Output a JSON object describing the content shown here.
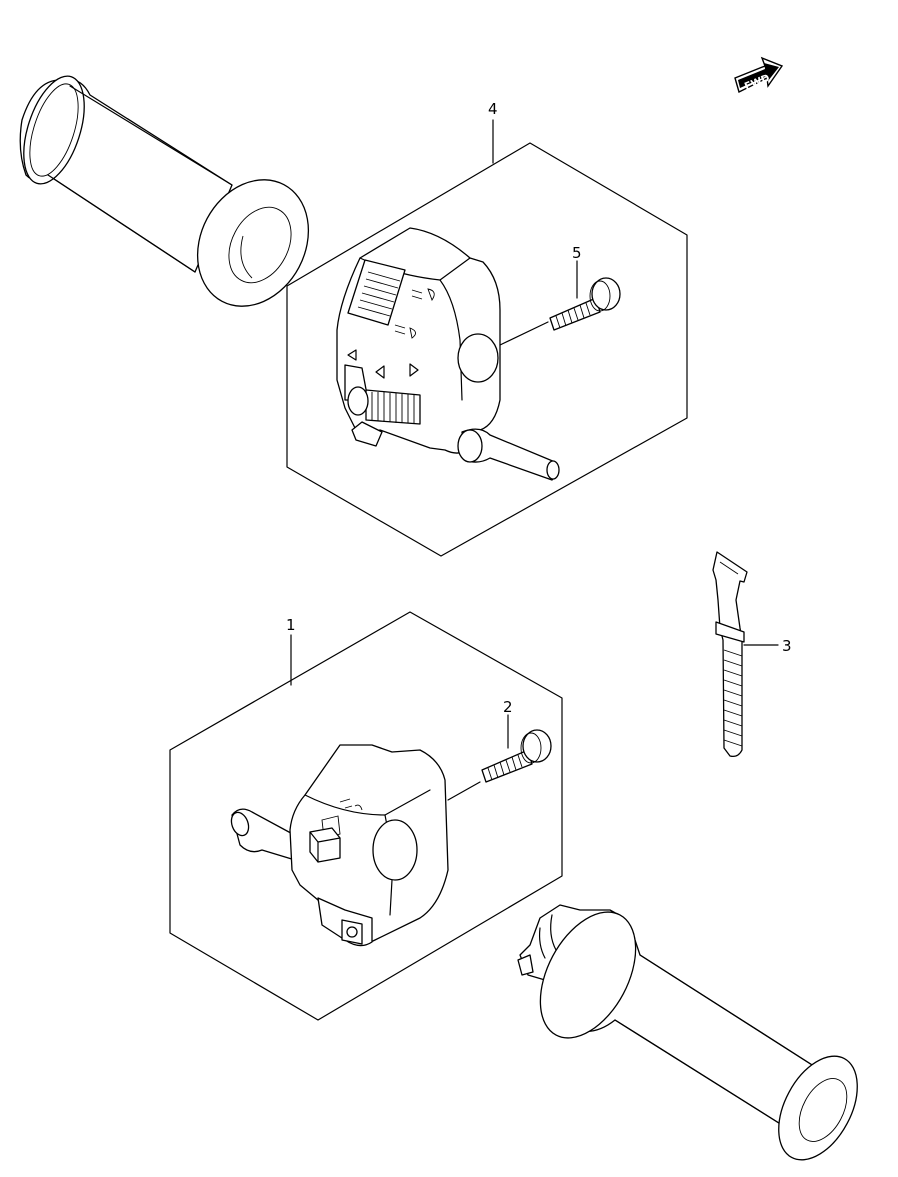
{
  "diagram": {
    "direction_badge": {
      "text": "FWD",
      "icon": "forward-arrow-icon"
    },
    "callouts": [
      {
        "id": "1",
        "label": "1"
      },
      {
        "id": "2",
        "label": "2"
      },
      {
        "id": "3",
        "label": "3"
      },
      {
        "id": "4",
        "label": "4"
      },
      {
        "id": "5",
        "label": "5"
      }
    ]
  }
}
